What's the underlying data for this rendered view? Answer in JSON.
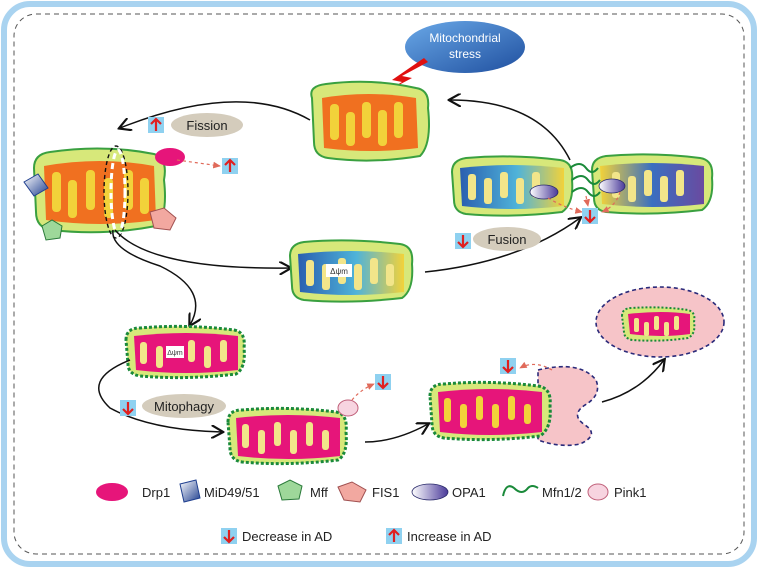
{
  "labels": {
    "stress_line1": "Mitochondrial",
    "stress_line2": "stress",
    "fission": "Fission",
    "fusion": "Fusion",
    "mitophagy": "Mitophagy",
    "membrane_potential": "Δψm"
  },
  "legend": {
    "drp1": "Drp1",
    "mid4951": "MiD49/51",
    "mff": "Mff",
    "fis1": "FIS1",
    "opa1": "OPA1",
    "mfn12": "Mfn1/2",
    "pink1": "Pink1",
    "decrease": "Decrease in AD",
    "increase": "Increase in AD"
  },
  "colors": {
    "frame": "#a9d3f0",
    "matrix_orange": "#f07020",
    "matrix_magenta": "#e6157a",
    "outer_green": "#d7e87a",
    "indicator_box": "#8fd1f0",
    "arrow_red": "#e02020",
    "lysosome": "#f6c4c8"
  }
}
